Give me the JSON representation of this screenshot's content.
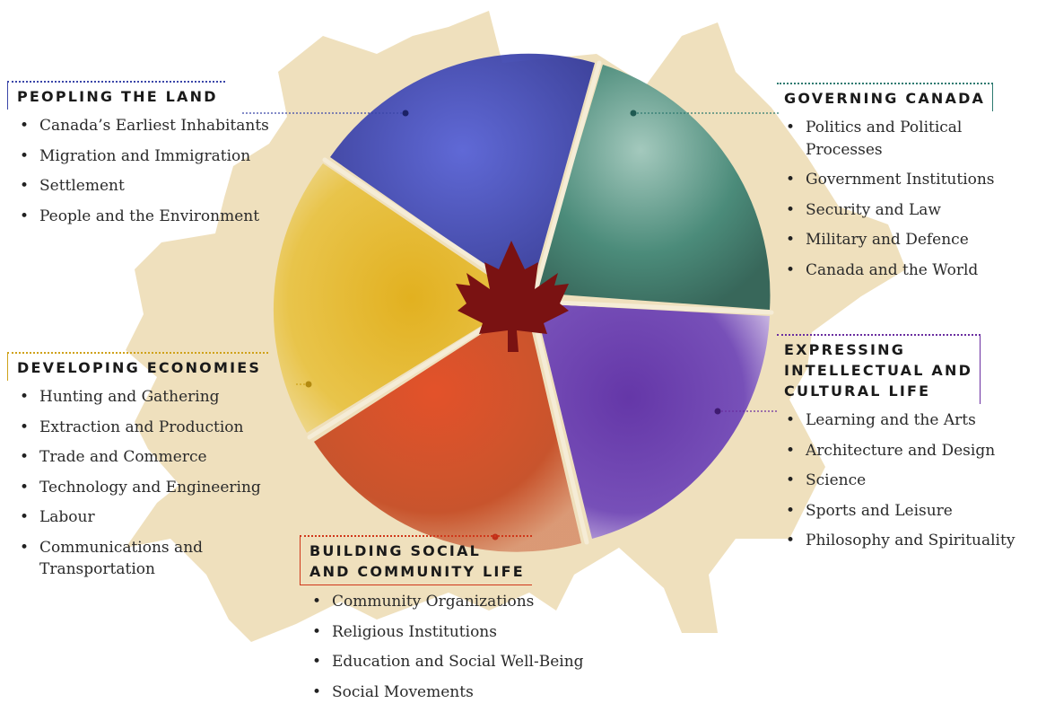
{
  "colors": {
    "peopling": "#3a46a8",
    "governing": "#2d7a70",
    "expressing": "#6a2ea0",
    "building": "#d0371a",
    "developing": "#cfa21a",
    "maple_leaf_bg": "#efe0bd",
    "center_leaf": "#7a1212"
  },
  "icons": {
    "center": "maple-leaf-icon",
    "background": "maple-leaf-icon"
  },
  "themes": {
    "peopling": {
      "title": "PEOPLING THE LAND",
      "items": [
        "Canada’s Earliest Inhabitants",
        "Migration and Immigration",
        "Settlement",
        "People and the Environment"
      ]
    },
    "developing": {
      "title": "DEVELOPING ECONOMIES",
      "items": [
        "Hunting and Gathering",
        "Extraction and Production",
        "Trade and Commerce",
        "Technology and Engineering",
        "Labour",
        "Communications and Transportation"
      ]
    },
    "governing": {
      "title": "GOVERNING CANADA",
      "items": [
        "Politics and Political Processes",
        "Government Institutions",
        "Security and Law",
        "Military and Defence",
        "Canada and the World"
      ]
    },
    "expressing": {
      "title": "EXPRESSING\nINTELLECTUAL AND\nCULTURAL LIFE",
      "items": [
        "Learning and the Arts",
        "Architecture and Design",
        "Science",
        "Sports and Leisure",
        "Philosophy and Spirituality"
      ]
    },
    "building": {
      "title": "BUILDING SOCIAL\nAND COMMUNITY LIFE",
      "items": [
        "Community Organizations",
        "Religious Institutions",
        "Education and Social Well-Being",
        "Social Movements"
      ]
    }
  }
}
